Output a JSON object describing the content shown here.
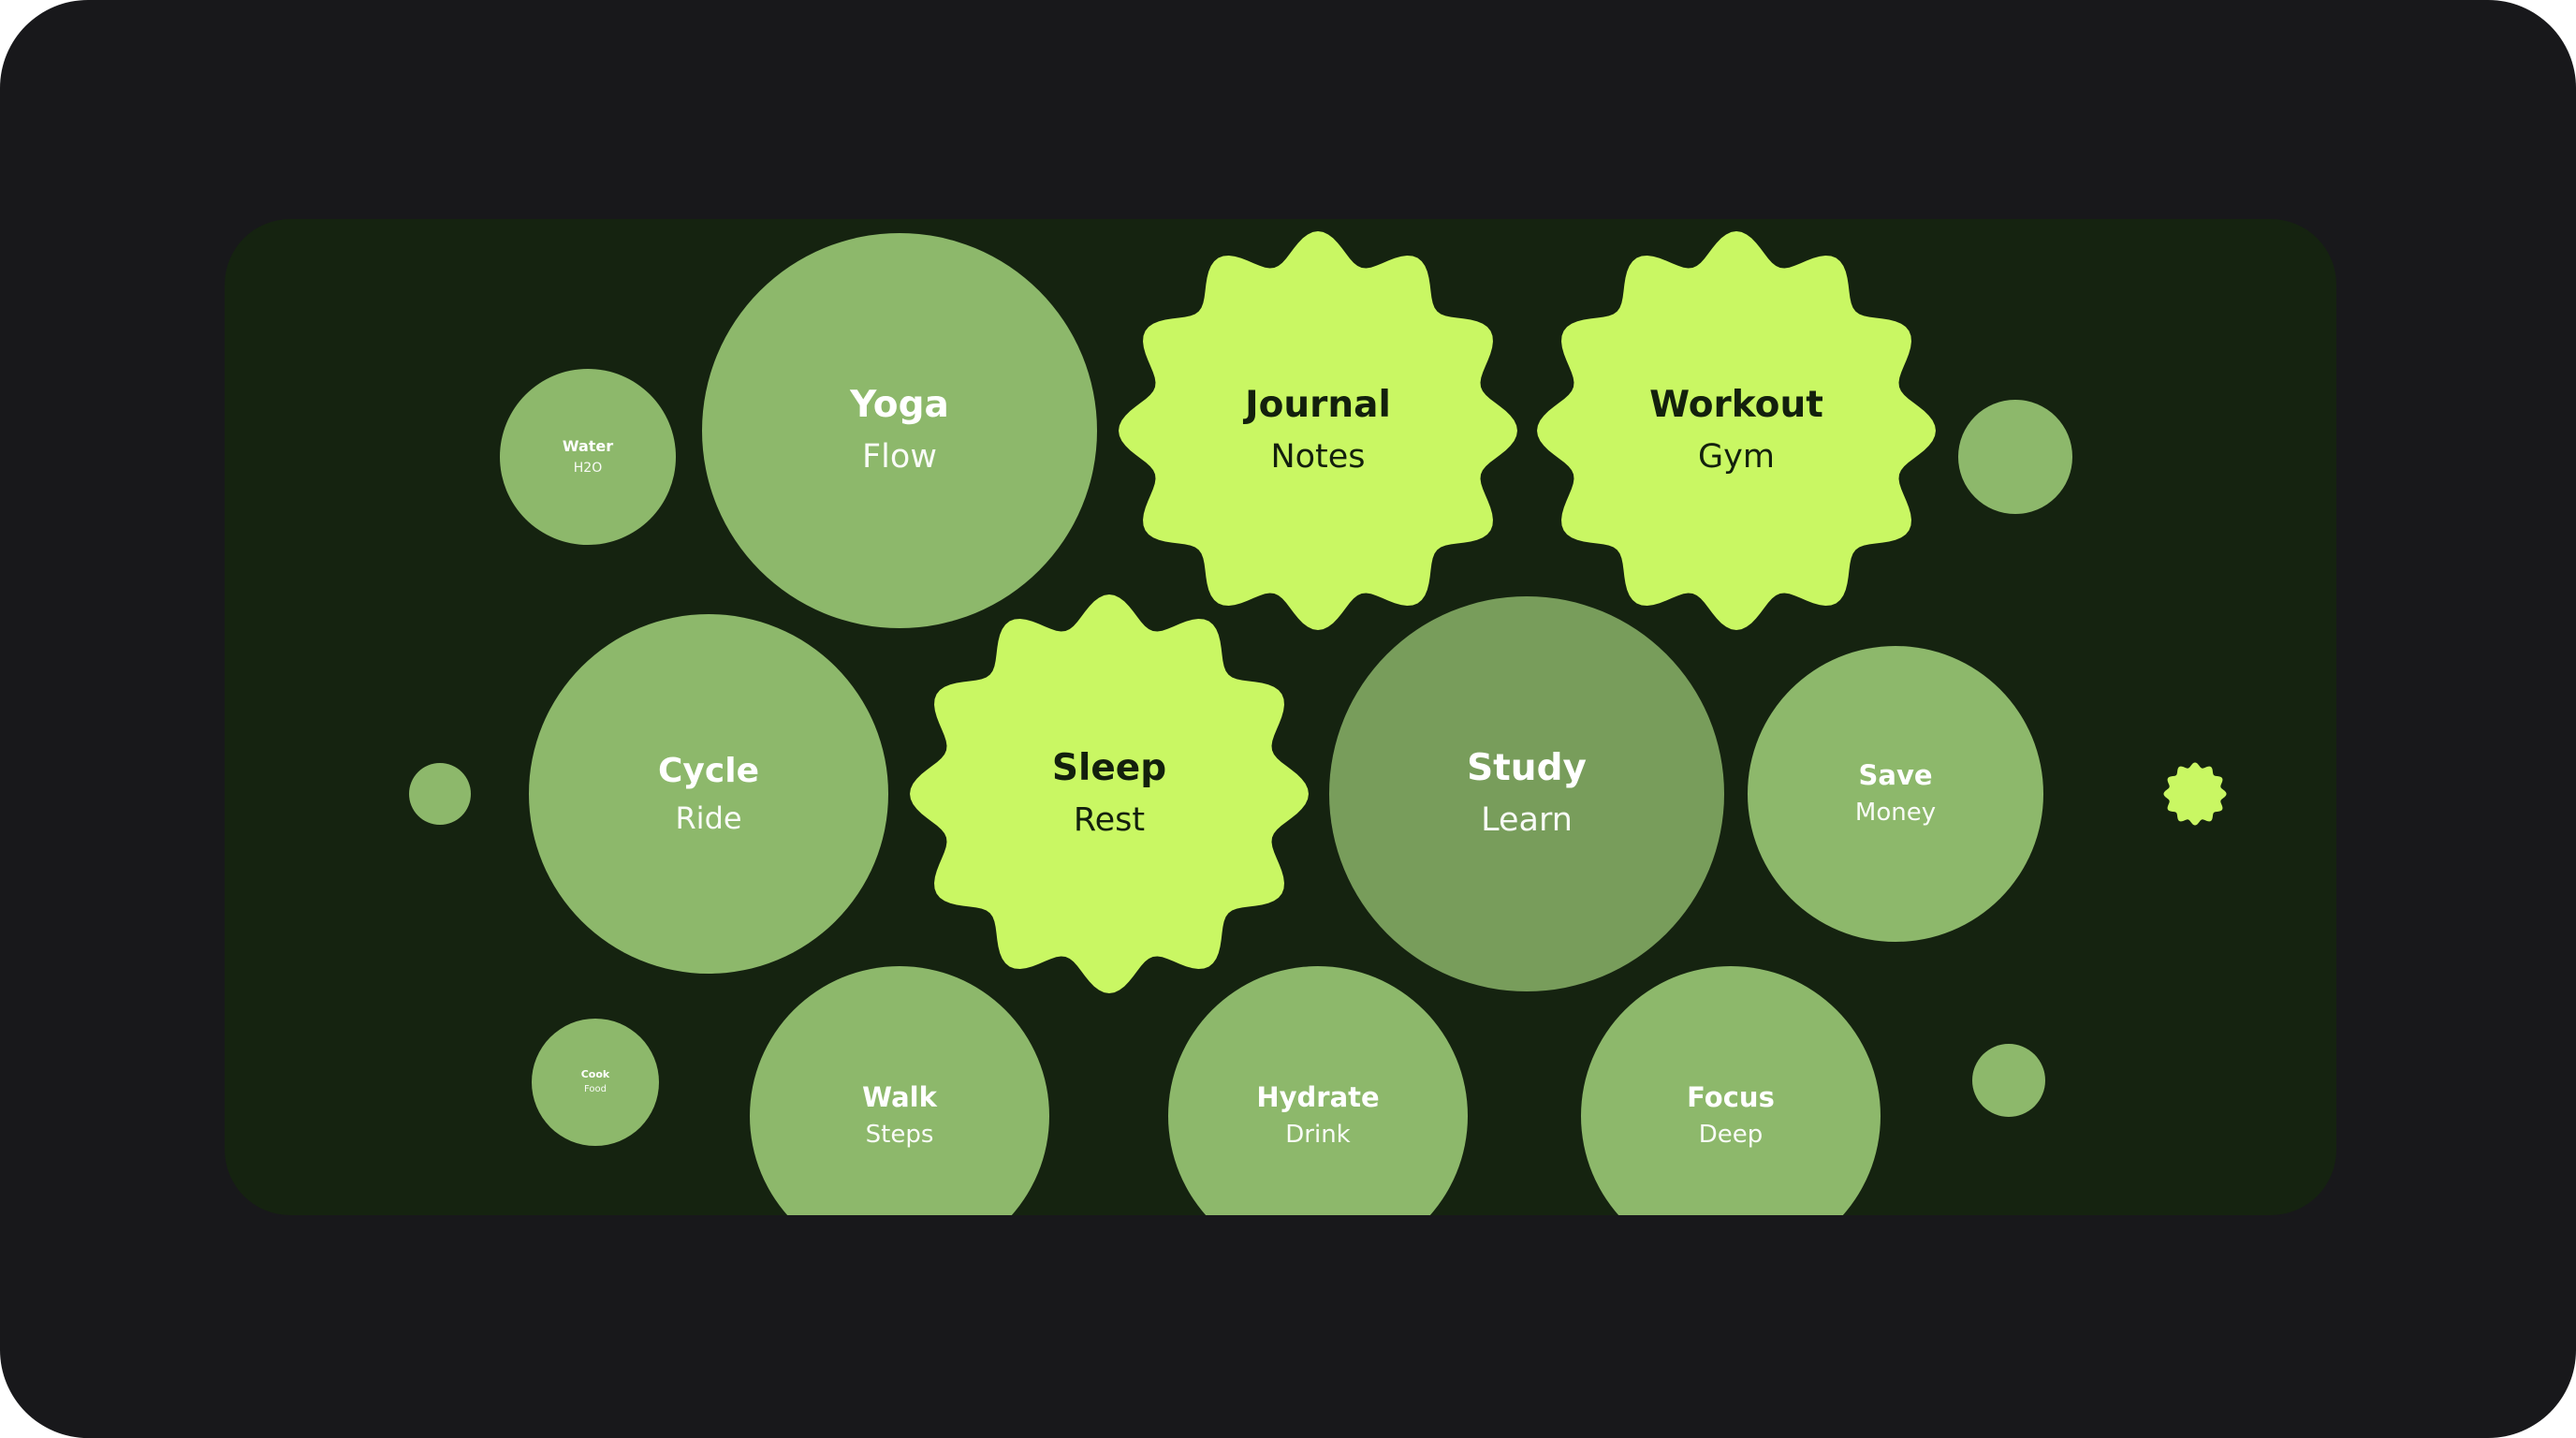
{
  "colors": {
    "frame": "#18181b",
    "panel": "#152310",
    "circle": "#8db86b",
    "circle_dark": "#789d5b",
    "blob": "#c9f763",
    "text_light": "#ffffff",
    "text_dark": "#13200d"
  },
  "bubbles": [
    {
      "id": "water",
      "title": "Water",
      "subtitle": "H2O",
      "shape": "circle",
      "color": "circle"
    },
    {
      "id": "yoga",
      "title": "Yoga",
      "subtitle": "Flow",
      "shape": "circle",
      "color": "circle"
    },
    {
      "id": "journal",
      "title": "Journal",
      "subtitle": "Notes",
      "shape": "blob",
      "color": "blob"
    },
    {
      "id": "workout",
      "title": "Workout",
      "subtitle": "Gym",
      "shape": "blob",
      "color": "blob"
    },
    {
      "id": "dot-right-top",
      "title": "",
      "subtitle": "",
      "shape": "circle",
      "color": "circle"
    },
    {
      "id": "dot-left-mid",
      "title": "",
      "subtitle": "",
      "shape": "circle",
      "color": "circle"
    },
    {
      "id": "cycle",
      "title": "Cycle",
      "subtitle": "Ride",
      "shape": "circle",
      "color": "circle"
    },
    {
      "id": "sleep",
      "title": "Sleep",
      "subtitle": "Rest",
      "shape": "blob",
      "color": "blob"
    },
    {
      "id": "study",
      "title": "Study",
      "subtitle": "Learn",
      "shape": "circle",
      "color": "circle_dark"
    },
    {
      "id": "save",
      "title": "Save",
      "subtitle": "Money",
      "shape": "circle",
      "color": "circle"
    },
    {
      "id": "dot-right-mid",
      "title": "",
      "subtitle": "",
      "shape": "blob",
      "color": "blob"
    },
    {
      "id": "cook",
      "title": "Cook",
      "subtitle": "Food",
      "shape": "circle",
      "color": "circle"
    },
    {
      "id": "walk",
      "title": "Walk",
      "subtitle": "Steps",
      "shape": "circle",
      "color": "circle"
    },
    {
      "id": "hydrate",
      "title": "Hydrate",
      "subtitle": "Drink",
      "shape": "circle",
      "color": "circle"
    },
    {
      "id": "focus",
      "title": "Focus",
      "subtitle": "Deep",
      "shape": "circle",
      "color": "circle"
    },
    {
      "id": "dot-right-bottom",
      "title": "",
      "subtitle": "",
      "shape": "circle",
      "color": "circle"
    }
  ]
}
